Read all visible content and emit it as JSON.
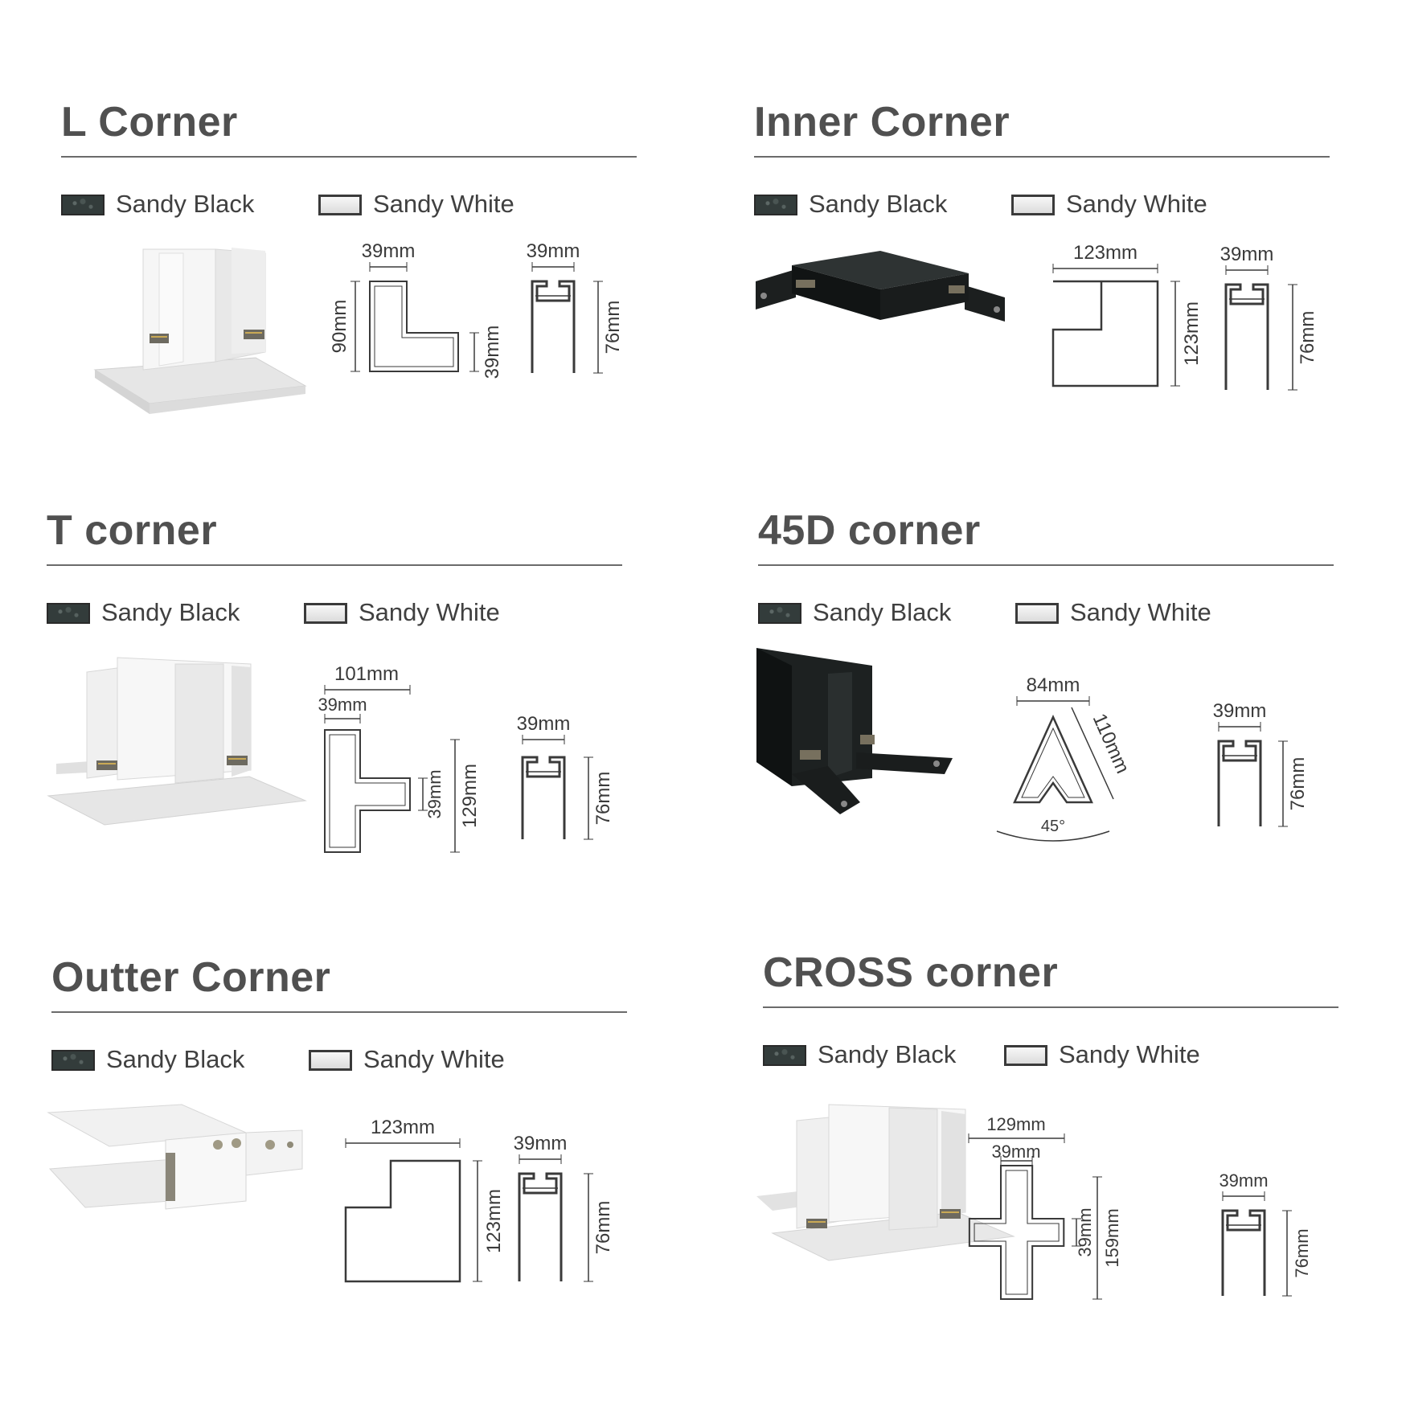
{
  "colors": {
    "title": "#505050",
    "text": "#404040",
    "line": "#3a3a3a",
    "accent_dark": "#333c3b",
    "product_dark": "#1c1f1f",
    "product_light": "#f0f0f0"
  },
  "finish_labels": {
    "black": "Sandy Black",
    "white": "Sandy White"
  },
  "panels": [
    {
      "id": "l",
      "title": "L Corner",
      "product": {
        "finish": "white",
        "icon": "l-corner-connector-icon"
      },
      "plan": {
        "top": "39mm",
        "left": "90mm",
        "right": "39mm"
      },
      "profile": {
        "width": "39mm",
        "height": "76mm"
      }
    },
    {
      "id": "inner",
      "title": "Inner Corner",
      "product": {
        "finish": "black",
        "icon": "inner-corner-connector-icon"
      },
      "plan": {
        "top": "123mm",
        "right": "123mm"
      },
      "profile": {
        "width": "39mm",
        "height": "76mm"
      }
    },
    {
      "id": "t",
      "title": "T corner",
      "product": {
        "finish": "white",
        "icon": "t-corner-connector-icon"
      },
      "plan": {
        "total_width": "101mm",
        "stem_width": "39mm",
        "arm_height": "39mm",
        "total_height": "129mm"
      },
      "profile": {
        "width": "39mm",
        "height": "76mm"
      }
    },
    {
      "id": "45d",
      "title": "45D corner",
      "product": {
        "finish": "black",
        "icon": "45d-corner-connector-icon"
      },
      "plan": {
        "width": "84mm",
        "side": "110mm",
        "angle": "45°"
      },
      "profile": {
        "width": "39mm",
        "height": "76mm"
      }
    },
    {
      "id": "outter",
      "title": "Outter Corner",
      "product": {
        "finish": "white",
        "icon": "outter-corner-connector-icon"
      },
      "plan": {
        "top": "123mm",
        "right": "123mm"
      },
      "profile": {
        "width": "39mm",
        "height": "76mm"
      }
    },
    {
      "id": "cross",
      "title": "CROSS corner",
      "product": {
        "finish": "white",
        "icon": "cross-corner-connector-icon"
      },
      "plan": {
        "total_width": "129mm",
        "arm_width": "39mm",
        "arm_height": "39mm",
        "total_height": "159mm"
      },
      "profile": {
        "width": "39mm",
        "height": "76mm"
      }
    }
  ]
}
